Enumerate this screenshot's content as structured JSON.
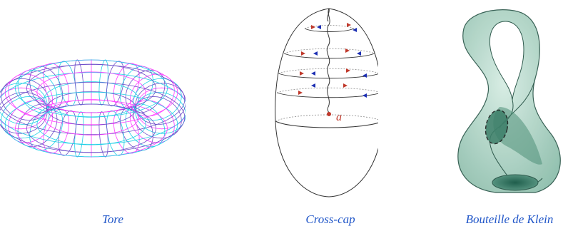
{
  "figures": [
    {
      "caption": "Tore"
    },
    {
      "caption": "Cross-cap",
      "point_label": "a"
    },
    {
      "caption": "Bouteille de Klein"
    }
  ],
  "colors": {
    "caption": "#1f55c8",
    "torus_wire_a": "#ff3cff",
    "torus_wire_b": "#1ecfe6",
    "torus_wire_c": "#6e4ec9",
    "arrow_red": "#c0392b",
    "arrow_blue": "#1d2fb3",
    "klein_fill": "#a9d3c3",
    "klein_dark": "#2f7a63"
  }
}
